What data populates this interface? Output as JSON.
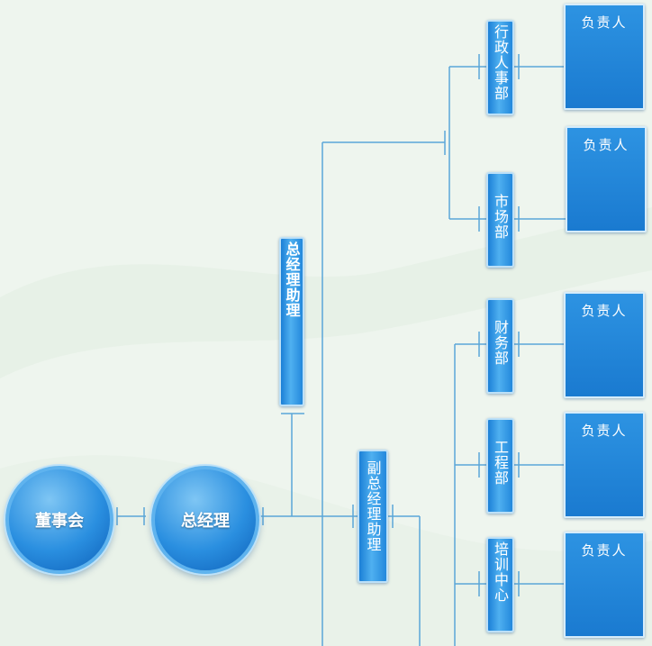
{
  "colors": {
    "line": "#5aa6d8",
    "box": "#1a7ad0",
    "background": "#eef5ee"
  },
  "nodes": {
    "board": "董事会",
    "gm": "总经理",
    "gm_assistant": "总经理助理",
    "deputy_gm_assistant": "副总经理助理",
    "departments": [
      {
        "name": "行政人事部",
        "head": "负责人"
      },
      {
        "name": "市场部",
        "head": "负责人"
      },
      {
        "name": "财务部",
        "head": "负责人"
      },
      {
        "name": "工程部",
        "head": "负责人"
      },
      {
        "name": "培训中心",
        "head": "负责人"
      }
    ]
  }
}
